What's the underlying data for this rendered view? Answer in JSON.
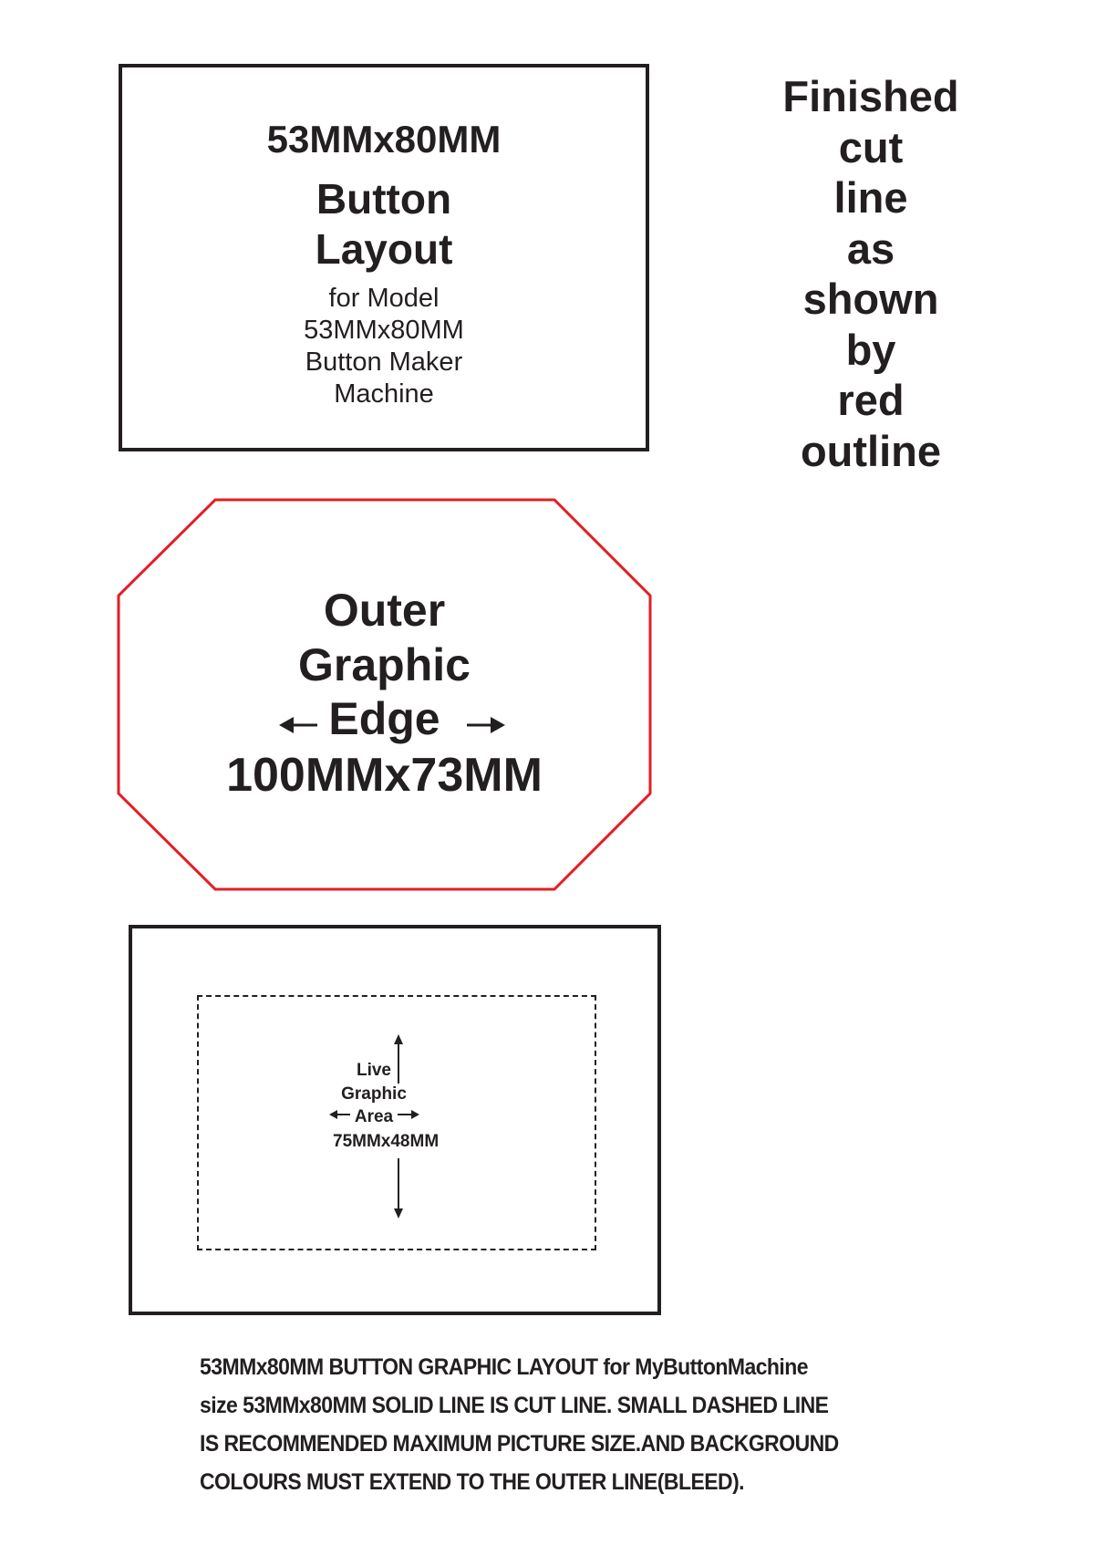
{
  "top_box": {
    "title": "53MMx80MM",
    "heading_line1": "Button",
    "heading_line2": "Layout",
    "sub_line1": "for Model",
    "sub_line2": "53MMx80MM",
    "sub_line3": "Button Maker",
    "sub_line4": "Machine"
  },
  "note": {
    "lines": [
      "Finished",
      "cut",
      "line",
      "as",
      "shown",
      "by",
      "red",
      "outline"
    ]
  },
  "octagon": {
    "line1": "Outer",
    "line2": "Graphic",
    "line3": "Edge",
    "line4": "100MMx73MM",
    "outline_color": "#e31e24"
  },
  "live_area": {
    "line1": "Live",
    "line2": "Graphic",
    "line3": "Area",
    "line4": "75MMx48MM"
  },
  "footer": {
    "line1": "53MMx80MM BUTTON GRAPHIC LAYOUT for MyButtonMachine",
    "line2": "size 53MMx80MM SOLID LINE IS CUT LINE. SMALL DASHED LINE",
    "line3": "IS RECOMMENDED MAXIMUM PICTURE SIZE.AND BACKGROUND",
    "line4": "COLOURS MUST EXTEND TO THE OUTER LINE(BLEED)."
  }
}
